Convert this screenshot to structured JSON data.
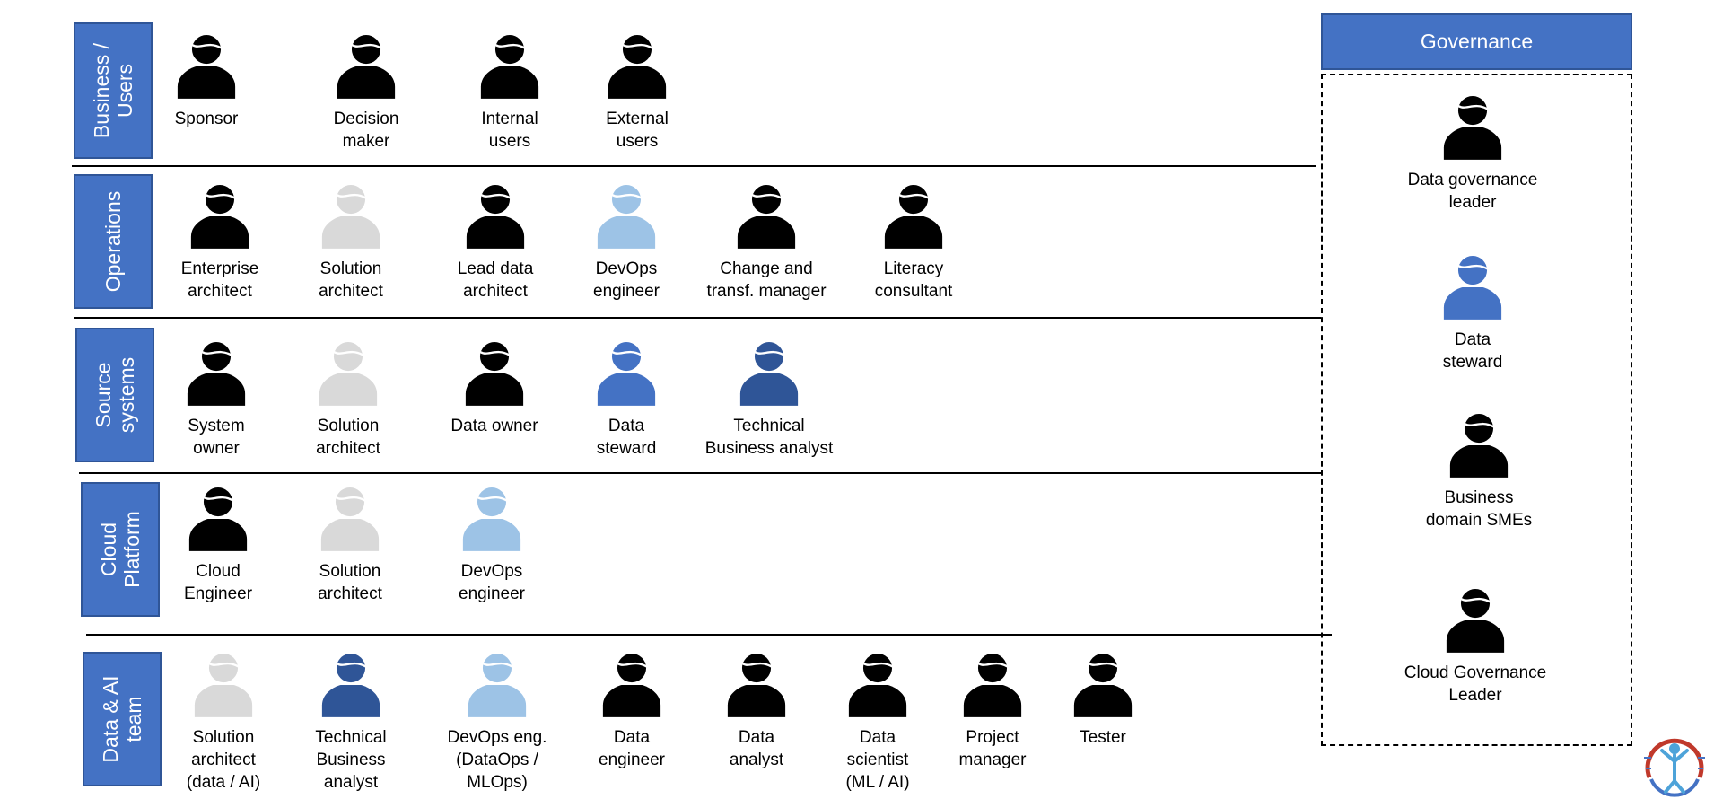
{
  "colors": {
    "band_fill": "#4472c4",
    "black": "#000000",
    "grey": "#d9d9d9",
    "light_blue": "#9dc3e6",
    "blue": "#4472c4",
    "dark_blue": "#2f5597"
  },
  "bands": [
    {
      "label": "Business /\nUsers",
      "roles": [
        {
          "label": "Sponsor",
          "color": "black"
        },
        {
          "label": "Decision\nmaker",
          "color": "black"
        },
        {
          "label": "Internal\nusers",
          "color": "black"
        },
        {
          "label": "External\nusers",
          "color": "black"
        }
      ]
    },
    {
      "label": "Operations",
      "roles": [
        {
          "label": "Enterprise\narchitect",
          "color": "black"
        },
        {
          "label": "Solution\narchitect",
          "color": "grey"
        },
        {
          "label": "Lead data\narchitect",
          "color": "black"
        },
        {
          "label": "DevOps\nengineer",
          "color": "light_blue"
        },
        {
          "label": "Change and\ntransf. manager",
          "color": "black"
        },
        {
          "label": "Literacy\nconsultant",
          "color": "black"
        }
      ]
    },
    {
      "label": "Source\nsystems",
      "roles": [
        {
          "label": "System\nowner",
          "color": "black"
        },
        {
          "label": "Solution\narchitect",
          "color": "grey"
        },
        {
          "label": "Data owner",
          "color": "black"
        },
        {
          "label": "Data\nsteward",
          "color": "blue"
        },
        {
          "label": "Technical\nBusiness analyst",
          "color": "dark_blue"
        }
      ]
    },
    {
      "label": "Cloud\nPlatform",
      "roles": [
        {
          "label": "Cloud\nEngineer",
          "color": "black"
        },
        {
          "label": "Solution\narchitect",
          "color": "grey"
        },
        {
          "label": "DevOps\nengineer",
          "color": "light_blue"
        }
      ]
    },
    {
      "label": "Data & AI\nteam",
      "roles": [
        {
          "label": "Solution\narchitect\n(data / AI)",
          "color": "grey"
        },
        {
          "label": "Technical\nBusiness\nanalyst",
          "color": "dark_blue"
        },
        {
          "label": "DevOps eng.\n(DataOps /\nMLOps)",
          "color": "light_blue"
        },
        {
          "label": "Data\nengineer",
          "color": "black"
        },
        {
          "label": "Data\nanalyst",
          "color": "black"
        },
        {
          "label": "Data\nscientist\n(ML / AI)",
          "color": "black"
        },
        {
          "label": "Project\nmanager",
          "color": "black"
        },
        {
          "label": "Tester",
          "color": "black"
        }
      ]
    }
  ],
  "governance": {
    "title": "Governance",
    "roles": [
      {
        "label": "Data governance\nleader",
        "color": "black"
      },
      {
        "label": "Data\nsteward",
        "color": "blue"
      },
      {
        "label": "Business\ndomain SMEs",
        "color": "black"
      },
      {
        "label": "Cloud Governance\nLeader",
        "color": "black"
      }
    ]
  }
}
